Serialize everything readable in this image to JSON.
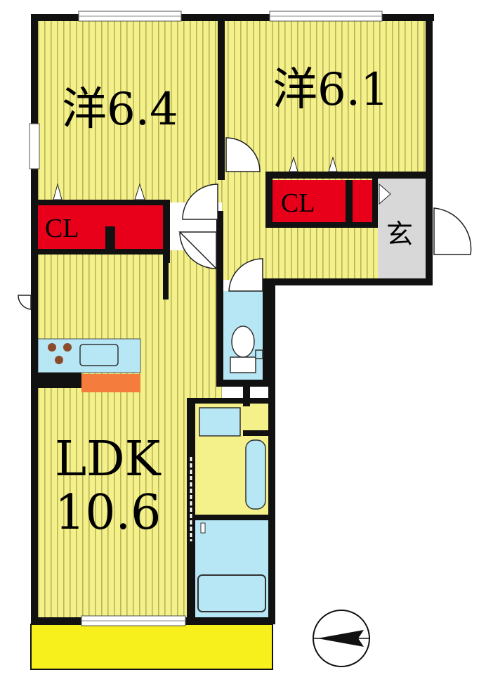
{
  "rooms": {
    "western_left": {
      "label": "洋6.4"
    },
    "western_right": {
      "label": "洋6.1"
    },
    "ldk": {
      "name": "LDK",
      "size": "10.6"
    },
    "entrance": {
      "label": "玄"
    }
  },
  "closets": {
    "left": {
      "label": "CL"
    },
    "right": {
      "label": "CL"
    }
  },
  "colors": {
    "floor_yellow": "#f4f08a",
    "stripe": "#b8b45a",
    "wall": "#111111",
    "closet_red": "#e8001a",
    "water_blue": "#b7e6f4",
    "balcony_yellow": "#f7f01c",
    "entrance_gray": "#d8d8d8",
    "counter_orange": "#f47c3c"
  },
  "icons": [
    "compass-icon",
    "toilet-icon",
    "bathtub-icon",
    "washbasin-icon",
    "stove-icon",
    "sink-icon"
  ]
}
